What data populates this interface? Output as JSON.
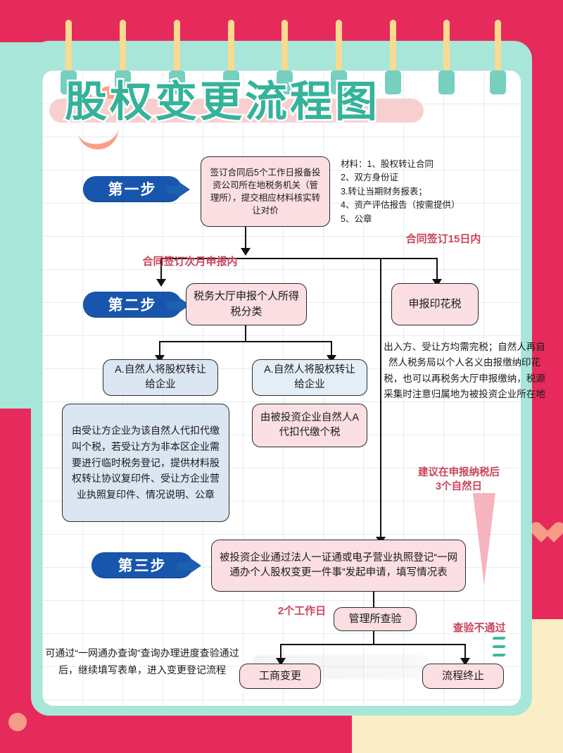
{
  "poster": {
    "title": "股权变更流程图"
  },
  "steps": {
    "step1_badge": "第一步",
    "step2_badge": "第二步",
    "step3_badge": "第三步"
  },
  "nodes": {
    "step1_box": "签订合同后5个工作日报备投资公司所在地税务机关（管理所），提交相应材料核实转让对价",
    "tax_hall": "税务大厅申报个人所得税分类",
    "stamp_tax": "申报印花税",
    "option_left": "A.自然人将股权转让给企业",
    "option_right": "A.自然人将股权转让给企业",
    "detail_left": "由受让方企业为该自然人代扣代缴叫个税，若受让方为非本区企业需要进行临时税务登记，提供材料股权转让协议复印件、受让方企业营业执照复印件、情况说明、公章",
    "detail_right": "由被投资企业自然人A代扣代缴个税",
    "step3_box": "被投资企业通过法人一证通或电子营业执照登记“一网通办个人股权变更一件事”发起申请，填写情况表",
    "inspect": "管理所查验",
    "result_pass": "工商变更",
    "result_fail": "流程终止"
  },
  "labels": {
    "materials": "材料：1、股权转让合同\n2、双方身份证\n3.转让当期财务报表；\n4、资产评估报告（按需提供）\n5、公章",
    "next_month": "合同签订次月申报内",
    "within_15_days": "合同签订15日内",
    "stamp_note": "出入方、受让方均需完税；自然人再自然人税务局以个人名义由报缴纳印花税，也可以再税务大厅申报缴纳，税源采集时注意归属地为被投资企业所在地",
    "advice_3_days": "建议在申报纳税后\n3个自然日",
    "two_work_days": "2个工作日",
    "inspect_fail": "查验不通过",
    "bottom_note": "可通过“一网通办查询”查询办理进度查验通过后，继续填写表单，进入变更登记流程"
  },
  "colors": {
    "background": "#e62a5c",
    "notebook": "#a8e6da",
    "title": "#35b39a",
    "badge": "#1856ad",
    "pink_node": "#fbdfe2",
    "blue_node": "#dbe6f3",
    "red_label": "#c9455b",
    "cream": "#fbeec6"
  }
}
